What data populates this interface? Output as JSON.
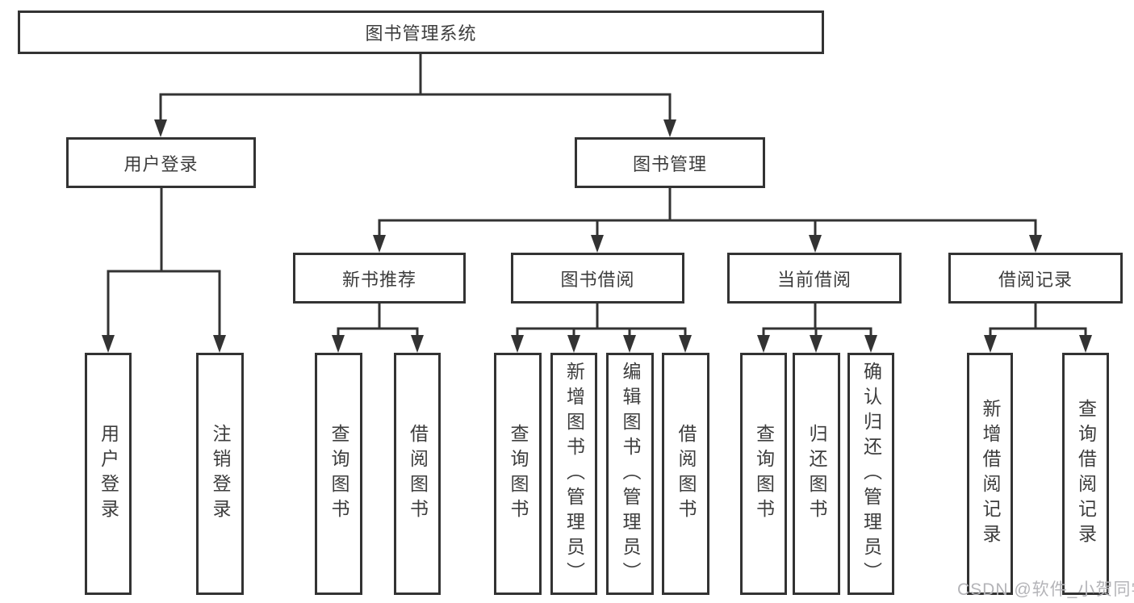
{
  "diagram_type": "hierarchy",
  "tree": {
    "label": "图书管理系统",
    "children": [
      {
        "label": "用户登录",
        "children": [
          {
            "label": "用户登录"
          },
          {
            "label": "注销登录"
          }
        ]
      },
      {
        "label": "图书管理",
        "children": [
          {
            "label": "新书推荐",
            "children": [
              {
                "label": "查询图书"
              },
              {
                "label": "借阅图书"
              }
            ]
          },
          {
            "label": "图书借阅",
            "children": [
              {
                "label": "查询图书"
              },
              {
                "label": "新增图书（管理员）"
              },
              {
                "label": "编辑图书（管理员）"
              },
              {
                "label": "借阅图书"
              }
            ]
          },
          {
            "label": "当前借阅",
            "children": [
              {
                "label": "查询图书"
              },
              {
                "label": "归还图书"
              },
              {
                "label": "确认归还（管理员）"
              }
            ]
          },
          {
            "label": "借阅记录",
            "children": [
              {
                "label": "新增借阅记录"
              },
              {
                "label": "查询借阅记录"
              }
            ]
          }
        ]
      }
    ]
  },
  "watermark": {
    "text": "CSDN @软件_小贺同学",
    "color": "#b4b4b8"
  },
  "colors": {
    "background": "#ffffff",
    "box_fill": "#ffffff",
    "line": "#333333",
    "text": "#3d3d3d"
  }
}
